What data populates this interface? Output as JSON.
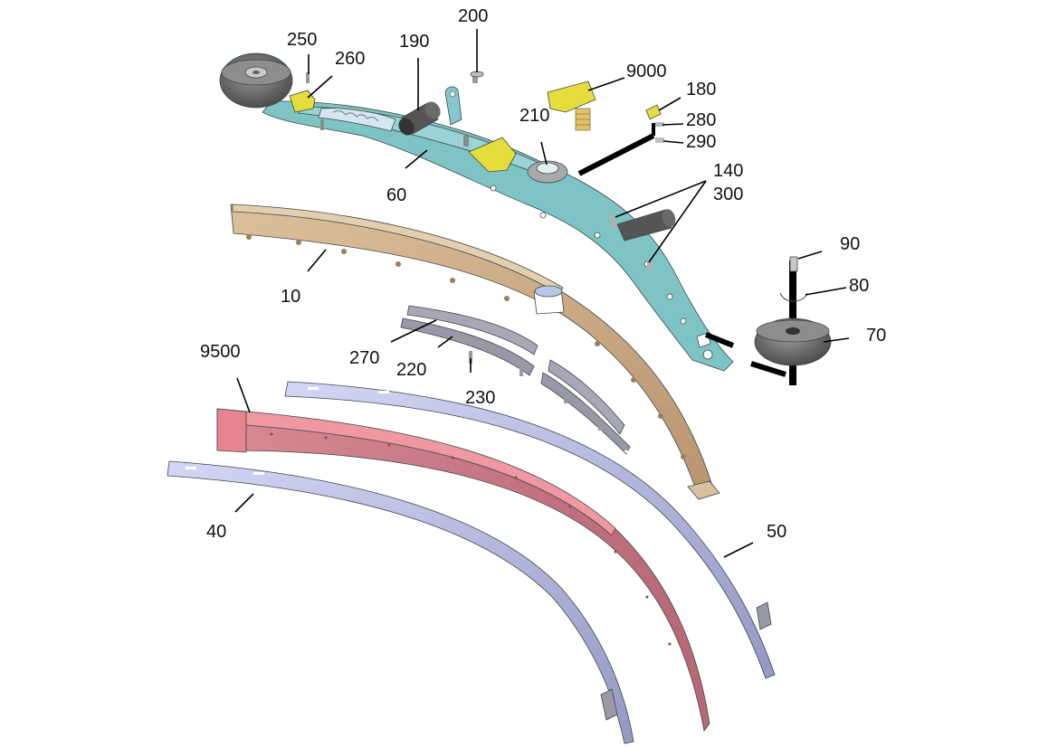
{
  "diagram": {
    "labels": [
      "250",
      "260",
      "190",
      "200",
      "9000",
      "180",
      "210",
      "280",
      "290",
      "60",
      "140",
      "300",
      "10",
      "90",
      "80",
      "70",
      "9500",
      "270",
      "220",
      "230",
      "50",
      "40"
    ],
    "colors": {
      "frame": "#7fc4c4",
      "base": "#d2b48c",
      "squeegee_front": "#e07a86",
      "strip": "#c2c4ee",
      "clamp": "#9a98a8",
      "latch": "#e6dd3c",
      "wheel": "#6c6c6c",
      "knob": "#444444"
    }
  }
}
